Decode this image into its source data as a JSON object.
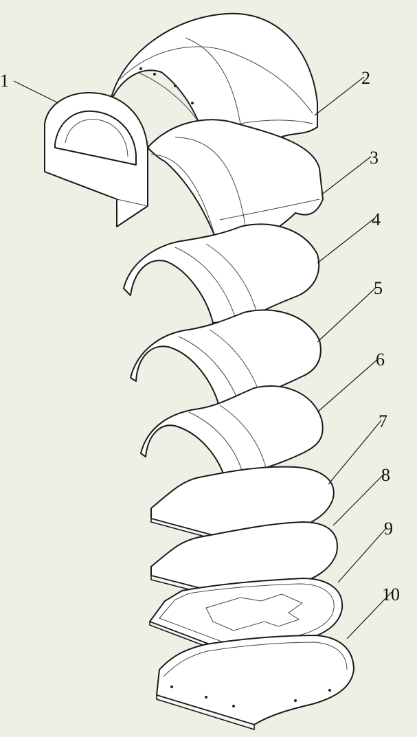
{
  "background": "#f0efe5",
  "labels": [
    {
      "id": "1",
      "text": "1"
    },
    {
      "id": "2",
      "text": "2"
    },
    {
      "id": "3",
      "text": "3"
    },
    {
      "id": "4",
      "text": "4"
    },
    {
      "id": "5",
      "text": "5"
    },
    {
      "id": "6",
      "text": "6"
    },
    {
      "id": "7",
      "text": "7"
    },
    {
      "id": "8",
      "text": "8"
    },
    {
      "id": "9",
      "text": "9"
    },
    {
      "id": "10",
      "text": "10"
    }
  ]
}
